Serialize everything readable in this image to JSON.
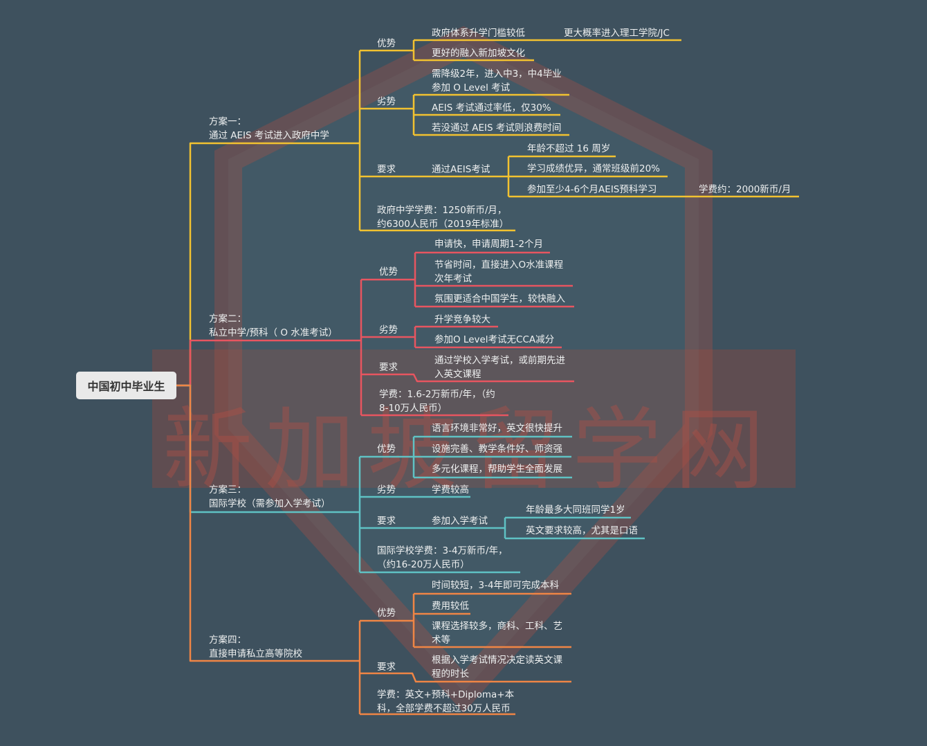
{
  "root": "中国初中毕业生",
  "watermark": "新加坡留学网",
  "colors": {
    "background": "#3e515e",
    "plan1": "#f2c230",
    "plan2": "#e85560",
    "plan3": "#5fc2c4",
    "plan4": "#f08545"
  },
  "plan1": {
    "title": "方案一：\n通过 AEIS 考试进入政府中学",
    "pros_label": "优势",
    "pros": [
      "政府体系升学门槛较低",
      "更好的融入新加坡文化"
    ],
    "pros_note": "更大概率进入理工学院/JC",
    "cons_label": "劣势",
    "cons": [
      "需降级2年，进入中3，中4毕业\n参加 O Level 考试",
      "AEIS 考试通过率低，仅30%",
      "若没通过 AEIS 考试则浪费时间"
    ],
    "req_label": "要求",
    "req": "通过AEIS考试",
    "req_items": [
      "年龄不超过 16 周岁",
      "学习成绩优异，通常班级前20%",
      "参加至少4-6个月AEIS预科学习"
    ],
    "req_note": "学费约：2000新币/月",
    "fee": "政府中学学费：1250新币/月，\n约6300人民币（2019年标准）"
  },
  "plan2": {
    "title": "方案二：\n私立中学/预科（ O 水准考试）",
    "pros_label": "优势",
    "pros": [
      "申请快，申请周期1-2个月",
      "节省时间，直接进入O水准课程\n次年考试",
      "氛围更适合中国学生，较快融入"
    ],
    "cons_label": "劣势",
    "cons": [
      "升学竞争较大",
      "参加O Level考试无CCA减分"
    ],
    "req_label": "要求",
    "req": "通过学校入学考试，或前期先进\n入英文课程",
    "fee": "学费：1.6-2万新币/年，（约\n8-10万人民币）"
  },
  "plan3": {
    "title": "方案三：\n国际学校（需参加入学考试）",
    "pros_label": "优势",
    "pros": [
      "语言环境非常好，英文很快提升",
      "设施完善、教学条件好、师资强",
      "多元化课程，帮助学生全面发展"
    ],
    "cons_label": "劣势",
    "cons": [
      "学费较高"
    ],
    "req_label": "要求",
    "req": "参加入学考试",
    "req_items": [
      "年龄最多大同班同学1岁",
      "英文要求较高，尤其是口语"
    ],
    "fee": "国际学校学费：3-4万新币/年，\n（约16-20万人民币）"
  },
  "plan4": {
    "title": "方案四：\n直接申请私立高等院校",
    "pros_label": "优势",
    "pros": [
      "时间较短，3-4年即可完成本科",
      "费用较低",
      "课程选择较多，商科、工科、艺\n术等"
    ],
    "req_label": "要求",
    "req": "根据入学考试情况决定读英文课\n程的时长",
    "fee": "学费：英文+预科+Diploma+本\n科，全部学费不超过30万人民币"
  }
}
